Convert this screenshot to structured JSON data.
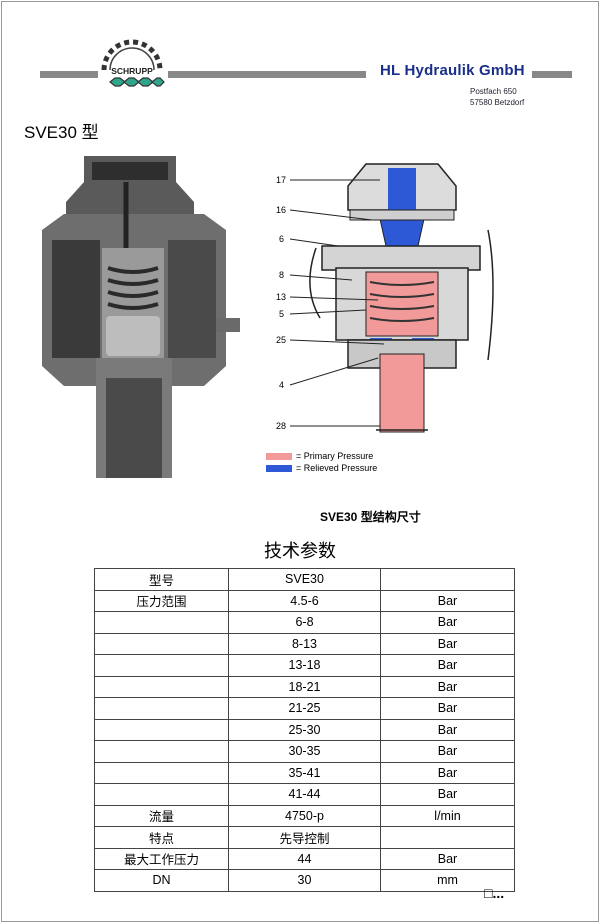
{
  "header": {
    "logo_text": "SCHRUPP",
    "company_name": "HL Hydraulik GmbH",
    "address_line1": "Postfach  650",
    "address_line2": "57580  Betzdorf"
  },
  "model_title": "SVE30 型",
  "diagram": {
    "callouts": [
      "17",
      "16",
      "6",
      "8",
      "13",
      "5",
      "25",
      "4",
      "28"
    ],
    "legend": [
      {
        "label": "= Primary Pressure",
        "color": "#f29a9a"
      },
      {
        "label": "= Relieved Pressure",
        "color": "#2d58d6"
      }
    ],
    "caption": "SVE30 型结构尺寸"
  },
  "specs": {
    "title": "技术参数",
    "rows": [
      [
        "型号",
        "SVE30",
        ""
      ],
      [
        "压力范围",
        "4.5-6",
        "Bar"
      ],
      [
        "",
        "6-8",
        "Bar"
      ],
      [
        "",
        "8-13",
        "Bar"
      ],
      [
        "",
        "13-18",
        "Bar"
      ],
      [
        "",
        "18-21",
        "Bar"
      ],
      [
        "",
        "21-25",
        "Bar"
      ],
      [
        "",
        "25-30",
        "Bar"
      ],
      [
        "",
        "30-35",
        "Bar"
      ],
      [
        "",
        "35-41",
        "Bar"
      ],
      [
        "",
        "41-44",
        "Bar"
      ],
      [
        "流量",
        "4750-p",
        "l/min"
      ],
      [
        "特点",
        "先导控制",
        ""
      ],
      [
        "最大工作压力",
        "44",
        "Bar"
      ],
      [
        "DN",
        "30",
        "mm"
      ]
    ]
  },
  "footer": {
    "more_label": "□..."
  }
}
